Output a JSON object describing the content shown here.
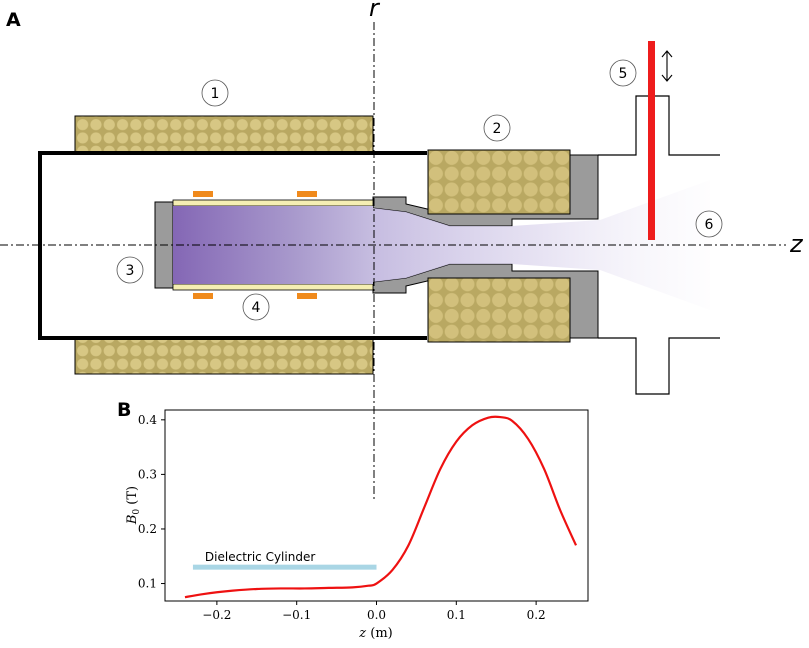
{
  "panels": {
    "a_label": "A",
    "b_label": "B"
  },
  "axes_letters": {
    "r": "r",
    "z": "z"
  },
  "diagram": {
    "components": [
      {
        "number": "1"
      },
      {
        "number": "2"
      },
      {
        "number": "3"
      },
      {
        "number": "4"
      },
      {
        "number": "5"
      },
      {
        "number": "6"
      }
    ],
    "colors": {
      "coil": "#c3b36b",
      "coil_circle": "#c9b56e",
      "metal": "#9b9b9b",
      "magnet": "#f08a1c",
      "probe": "#ee1c1c",
      "cylinder_wall": "#f5eeb3",
      "plasma": "#8d74b7"
    }
  },
  "chart_data": {
    "type": "line",
    "xlabel": "z (m)",
    "ylabel": "B0 (T)",
    "xlim": [
      -0.265,
      0.265
    ],
    "ylim": [
      0.068,
      0.418
    ],
    "xticks": [
      -0.2,
      -0.1,
      0.0,
      0.1,
      0.2
    ],
    "xtick_labels": [
      "−0.2",
      "−0.1",
      "0.0",
      "0.1",
      "0.2"
    ],
    "yticks": [
      0.1,
      0.2,
      0.3,
      0.4
    ],
    "ytick_labels": [
      "0.1",
      "0.2",
      "0.3",
      "0.4"
    ],
    "grid": false,
    "series": [
      {
        "color": "#ee1111",
        "x": [
          -0.24,
          -0.22,
          -0.2,
          -0.18,
          -0.15,
          -0.12,
          -0.09,
          -0.06,
          -0.03,
          -0.01,
          0.0,
          0.02,
          0.04,
          0.06,
          0.08,
          0.1,
          0.12,
          0.14,
          0.155,
          0.17,
          0.19,
          0.21,
          0.23,
          0.25
        ],
        "y": [
          0.075,
          0.08,
          0.084,
          0.087,
          0.09,
          0.091,
          0.091,
          0.092,
          0.093,
          0.096,
          0.1,
          0.125,
          0.17,
          0.24,
          0.31,
          0.36,
          0.39,
          0.404,
          0.405,
          0.398,
          0.365,
          0.31,
          0.235,
          0.17
        ]
      }
    ],
    "annotations": [
      {
        "text": "Dielectric Cylinder",
        "x_range": [
          -0.23,
          0.0
        ],
        "y": 0.13,
        "color": "#a9d6e5"
      }
    ]
  }
}
